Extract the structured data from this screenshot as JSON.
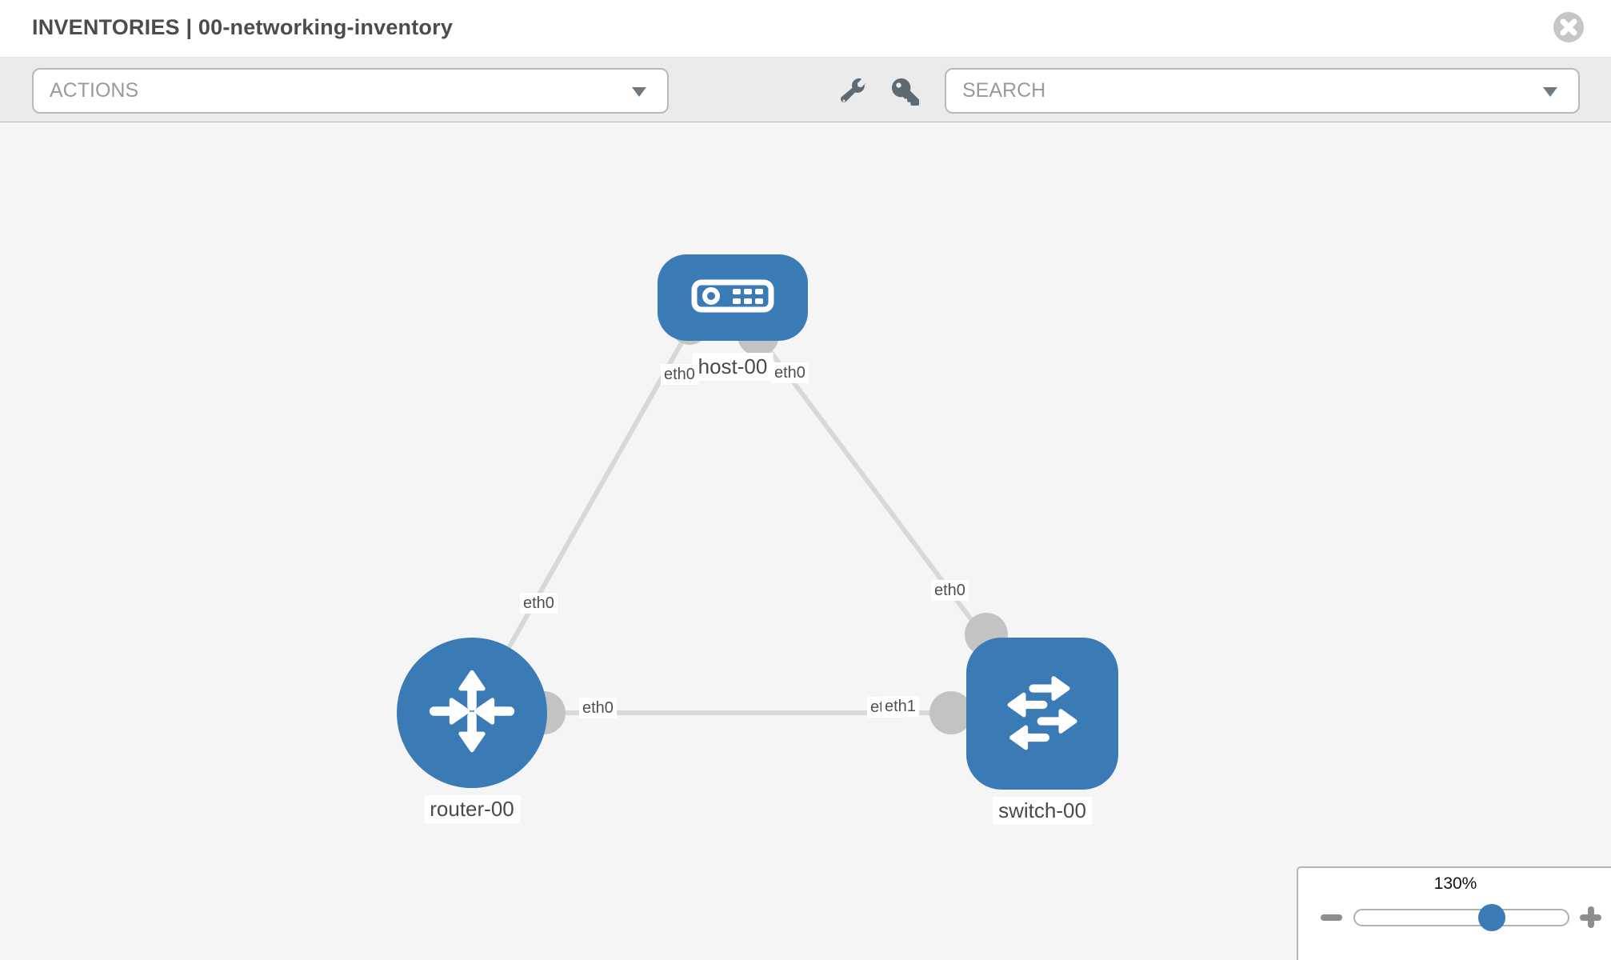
{
  "header": {
    "title": "INVENTORIES | 00-networking-inventory"
  },
  "toolbar": {
    "actions_label": "ACTIONS",
    "search_label": "SEARCH"
  },
  "canvas": {
    "nodes": [
      {
        "id": "host-00",
        "type": "host",
        "label": "host-00"
      },
      {
        "id": "router-00",
        "type": "router",
        "label": "router-00"
      },
      {
        "id": "switch-00",
        "type": "switch",
        "label": "switch-00"
      }
    ],
    "links": [
      {
        "source": "host-00",
        "source_interface": "eth0",
        "target": "router-00",
        "target_interface": "eth0"
      },
      {
        "source": "host-00",
        "source_interface": "eth0",
        "target": "switch-00",
        "target_interface": "eth0"
      },
      {
        "source": "router-00",
        "source_interface": "eth0",
        "target": "switch-00",
        "target_interface": "eth1"
      }
    ],
    "interface_labels": {
      "host_left": "eth0",
      "host_right": "eth0",
      "host_router_mid": "eth0",
      "router_right": "eth0",
      "switch_top": "eth0",
      "switch_left_hidden": "eth0",
      "switch_left": "eth1"
    }
  },
  "zoom_control": {
    "level": "130%"
  },
  "colors": {
    "node_blue": "#3a7ab5",
    "link_gray": "#d8d8d8",
    "connector_gray": "#c3c3c3",
    "canvas_bg": "#f5f5f5",
    "toolbar_bg": "#ebebeb"
  }
}
